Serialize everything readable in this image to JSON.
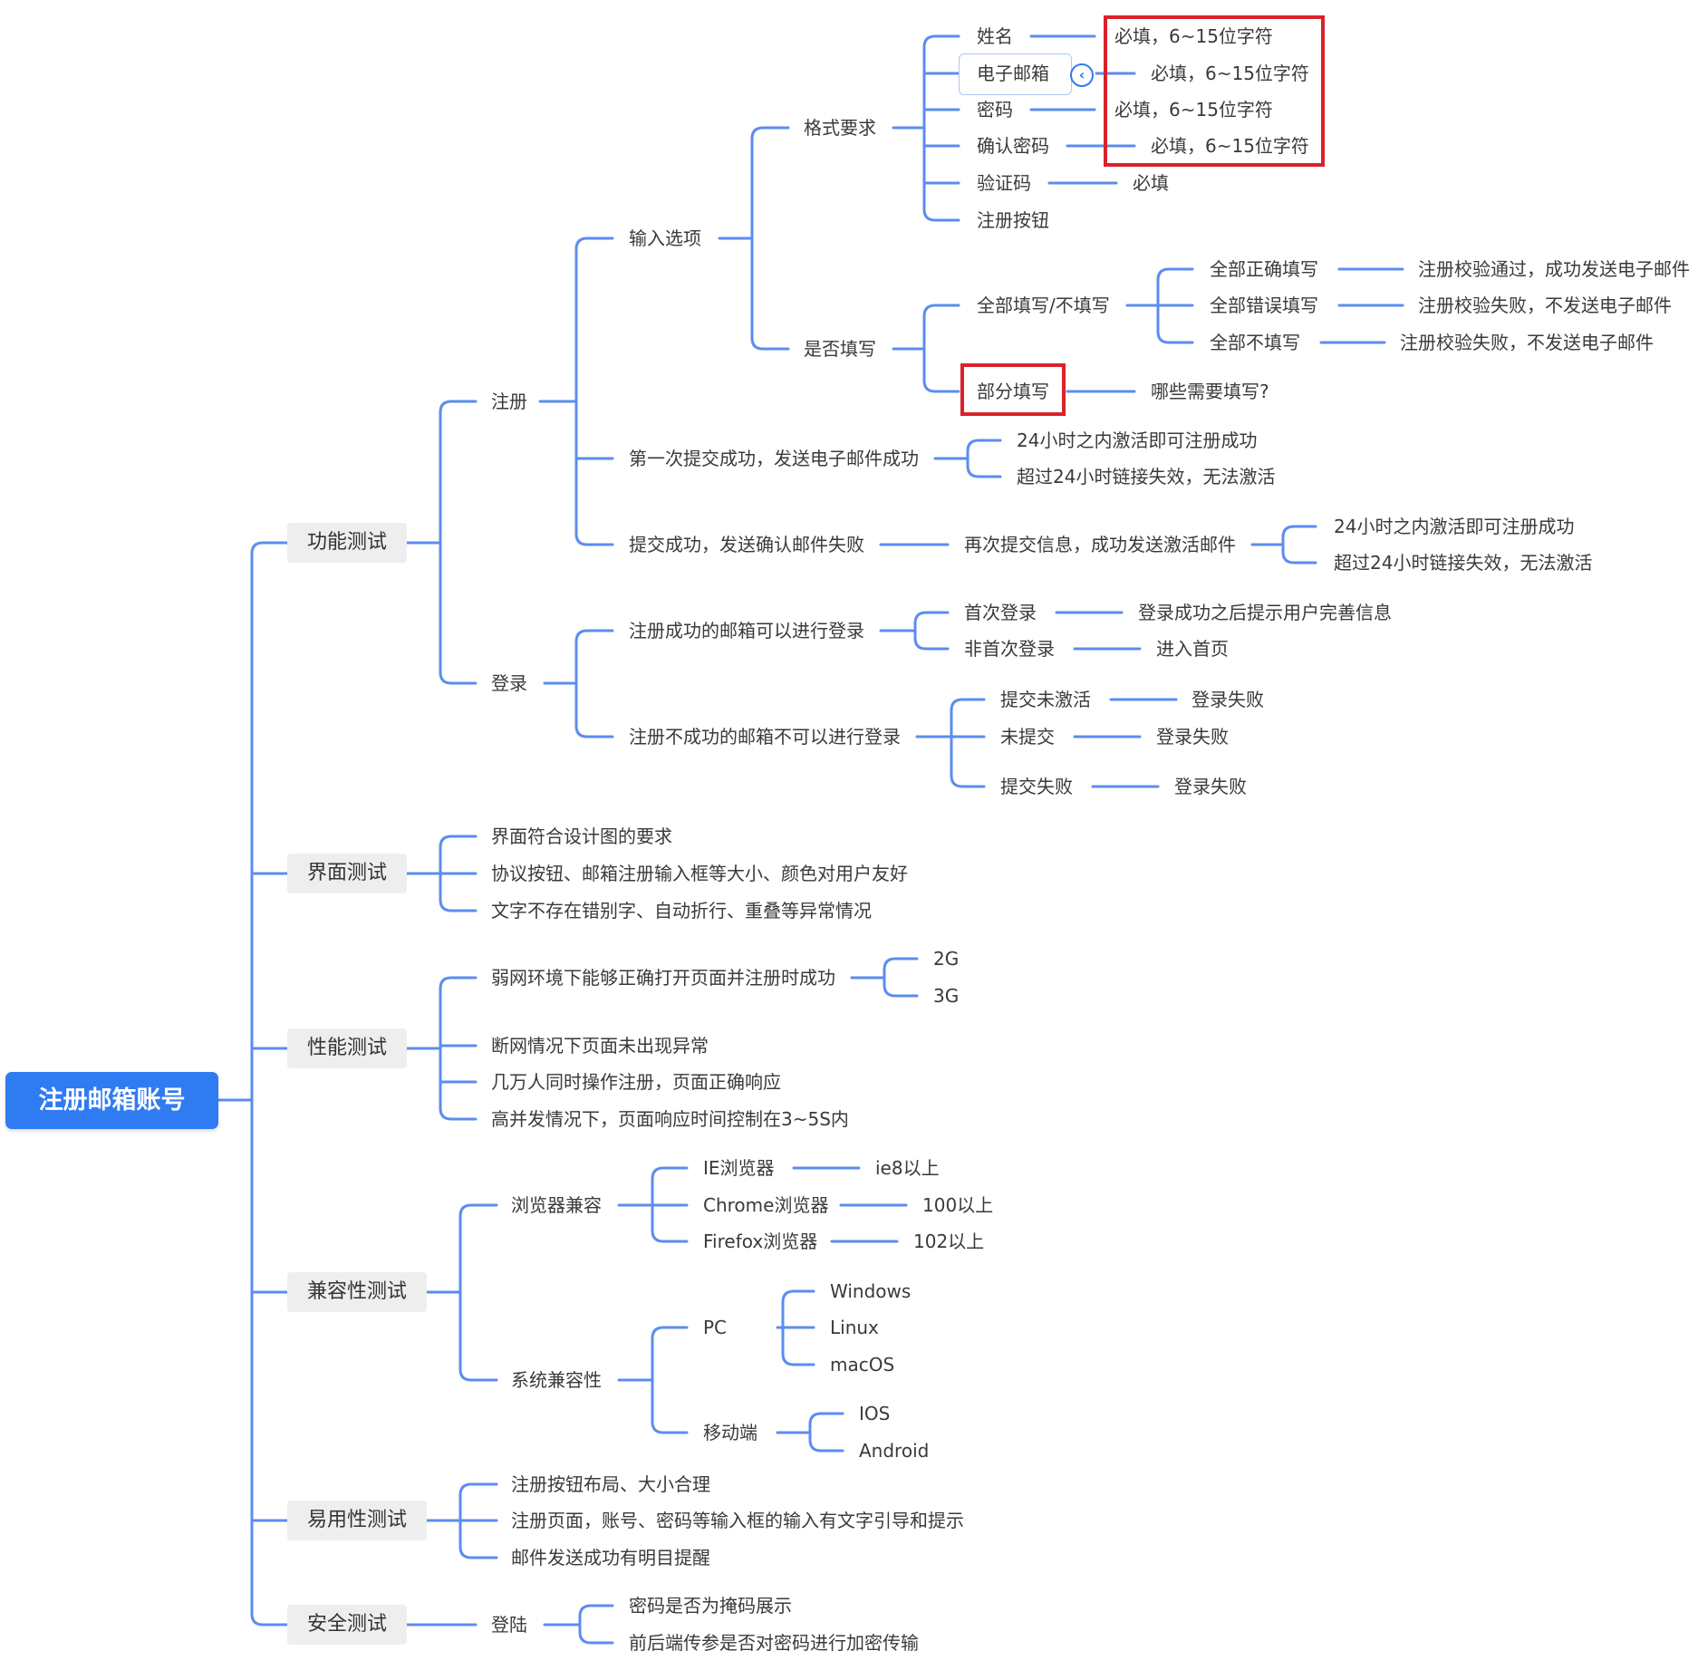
{
  "root": "注册邮箱账号",
  "colors": {
    "line": "#5b8def",
    "root_bg": "#2f7bf2",
    "highlight": "#d9232a",
    "category_bg": "#eeeeee"
  },
  "categories": {
    "functional": "功能测试",
    "ui": "界面测试",
    "performance": "性能测试",
    "compat": "兼容性测试",
    "usability": "易用性测试",
    "security": "安全测试"
  },
  "functional": {
    "register": "注册",
    "input_options": "输入选项",
    "format_req": "格式要求",
    "fields": [
      "姓名",
      "电子邮箱",
      "密码",
      "确认密码",
      "验证码",
      "注册按钮"
    ],
    "field_rules": [
      "必填，6~15位字符",
      "必填，6~15位字符",
      "必填，6~15位字符",
      "必填，6~15位字符",
      "必填"
    ],
    "fill_or_not": "是否填写",
    "all_fill": "全部填写/不填写",
    "all_fill_children": [
      "全部正确填写",
      "全部错误填写",
      "全部不填写"
    ],
    "all_fill_results": [
      "注册校验通过，成功发送电子邮件",
      "注册校验失败，不发送电子邮件",
      "注册校验失败，不发送电子邮件"
    ],
    "partial_fill": "部分填写",
    "partial_fill_q": "哪些需要填写?",
    "first_submit": "第一次提交成功，发送电子邮件成功",
    "first_submit_children": [
      "24小时之内激活即可注册成功",
      "超过24小时链接失效，无法激活"
    ],
    "submit_fail": "提交成功，发送确认邮件失败",
    "resubmit": "再次提交信息，成功发送激活邮件",
    "resubmit_children": [
      "24小时之内激活即可注册成功",
      "超过24小时链接失效，无法激活"
    ],
    "login": "登录",
    "login_ok": "注册成功的邮箱可以进行登录",
    "login_ok_children": [
      "首次登录",
      "非首次登录"
    ],
    "login_ok_results": [
      "登录成功之后提示用户完善信息",
      "进入首页"
    ],
    "login_no": "注册不成功的邮箱不可以进行登录",
    "login_no_children": [
      "提交未激活",
      "未提交",
      "提交失败"
    ],
    "login_no_results": [
      "登录失败",
      "登录失败",
      "登录失败"
    ]
  },
  "ui": [
    "界面符合设计图的要求",
    "协议按钮、邮箱注册输入框等大小、颜色对用户友好",
    "文字不存在错别字、自动折行、重叠等异常情况"
  ],
  "performance": {
    "weak_net": "弱网环境下能够正确打开页面并注册时成功",
    "weak_net_children": [
      "2G",
      "3G"
    ],
    "items": [
      "断网情况下页面未出现异常",
      "几万人同时操作注册，页面正确响应",
      "高并发情况下，页面响应时间控制在3~5S内"
    ]
  },
  "compat": {
    "browser": "浏览器兼容",
    "browsers": [
      "IE浏览器",
      "Chrome浏览器",
      "Firefox浏览器"
    ],
    "versions": [
      "ie8以上",
      "100以上",
      "102以上"
    ],
    "system": "系统兼容性",
    "pc": "PC",
    "pc_children": [
      "Windows",
      "Linux",
      "macOS"
    ],
    "mobile": "移动端",
    "mobile_children": [
      "IOS",
      "Android"
    ]
  },
  "usability": [
    "注册按钮布局、大小合理",
    "注册页面，账号、密码等输入框的输入有文字引导和提示",
    "邮件发送成功有明目提醒"
  ],
  "security": {
    "login": "登陆",
    "items": [
      "密码是否为掩码展示",
      "前后端传参是否对密码进行加密传输"
    ]
  }
}
